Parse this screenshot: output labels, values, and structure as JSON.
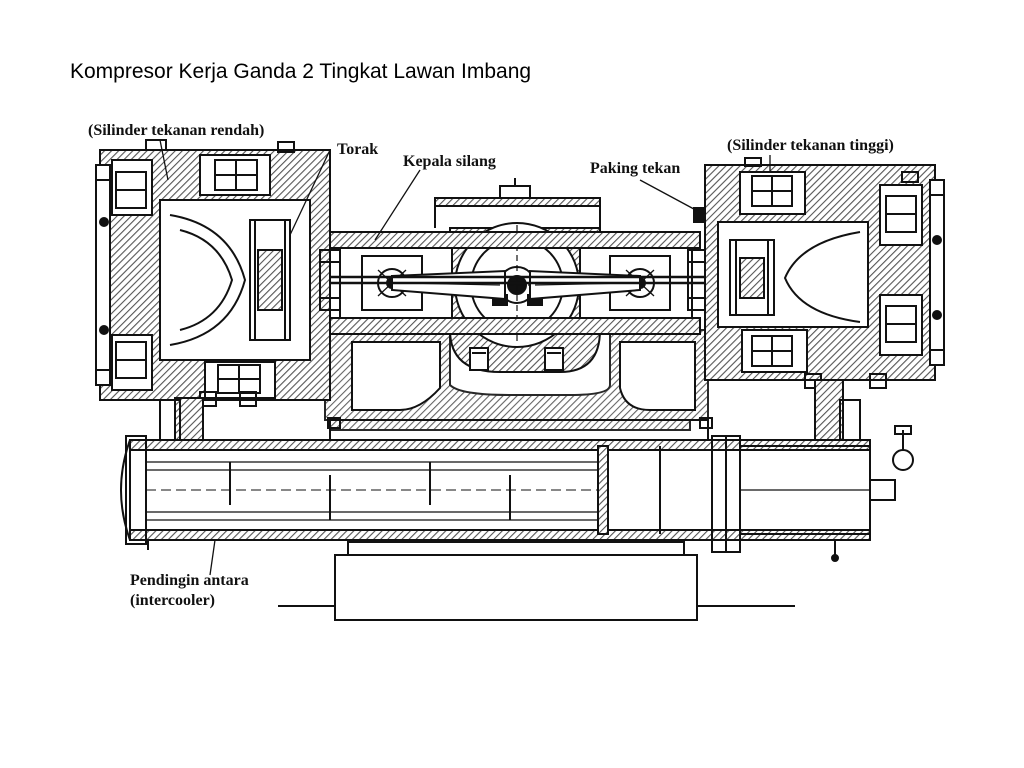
{
  "slide": {
    "title": "Kompresor Kerja Ganda 2 Tingkat Lawan Imbang"
  },
  "diagram": {
    "labels": {
      "lp_cylinder": "(Silinder tekanan rendah)",
      "piston": "Torak",
      "crosshead": "Kepala silang",
      "packing": "Paking tekan",
      "hp_cylinder": "(Silinder tekanan tinggi)",
      "intercooler_line1": "Pendingin antara",
      "intercooler_line2": "(intercooler)"
    }
  },
  "colors": {
    "ink": "#111111",
    "hatch": "#6e6e6e",
    "background": "#ffffff"
  }
}
